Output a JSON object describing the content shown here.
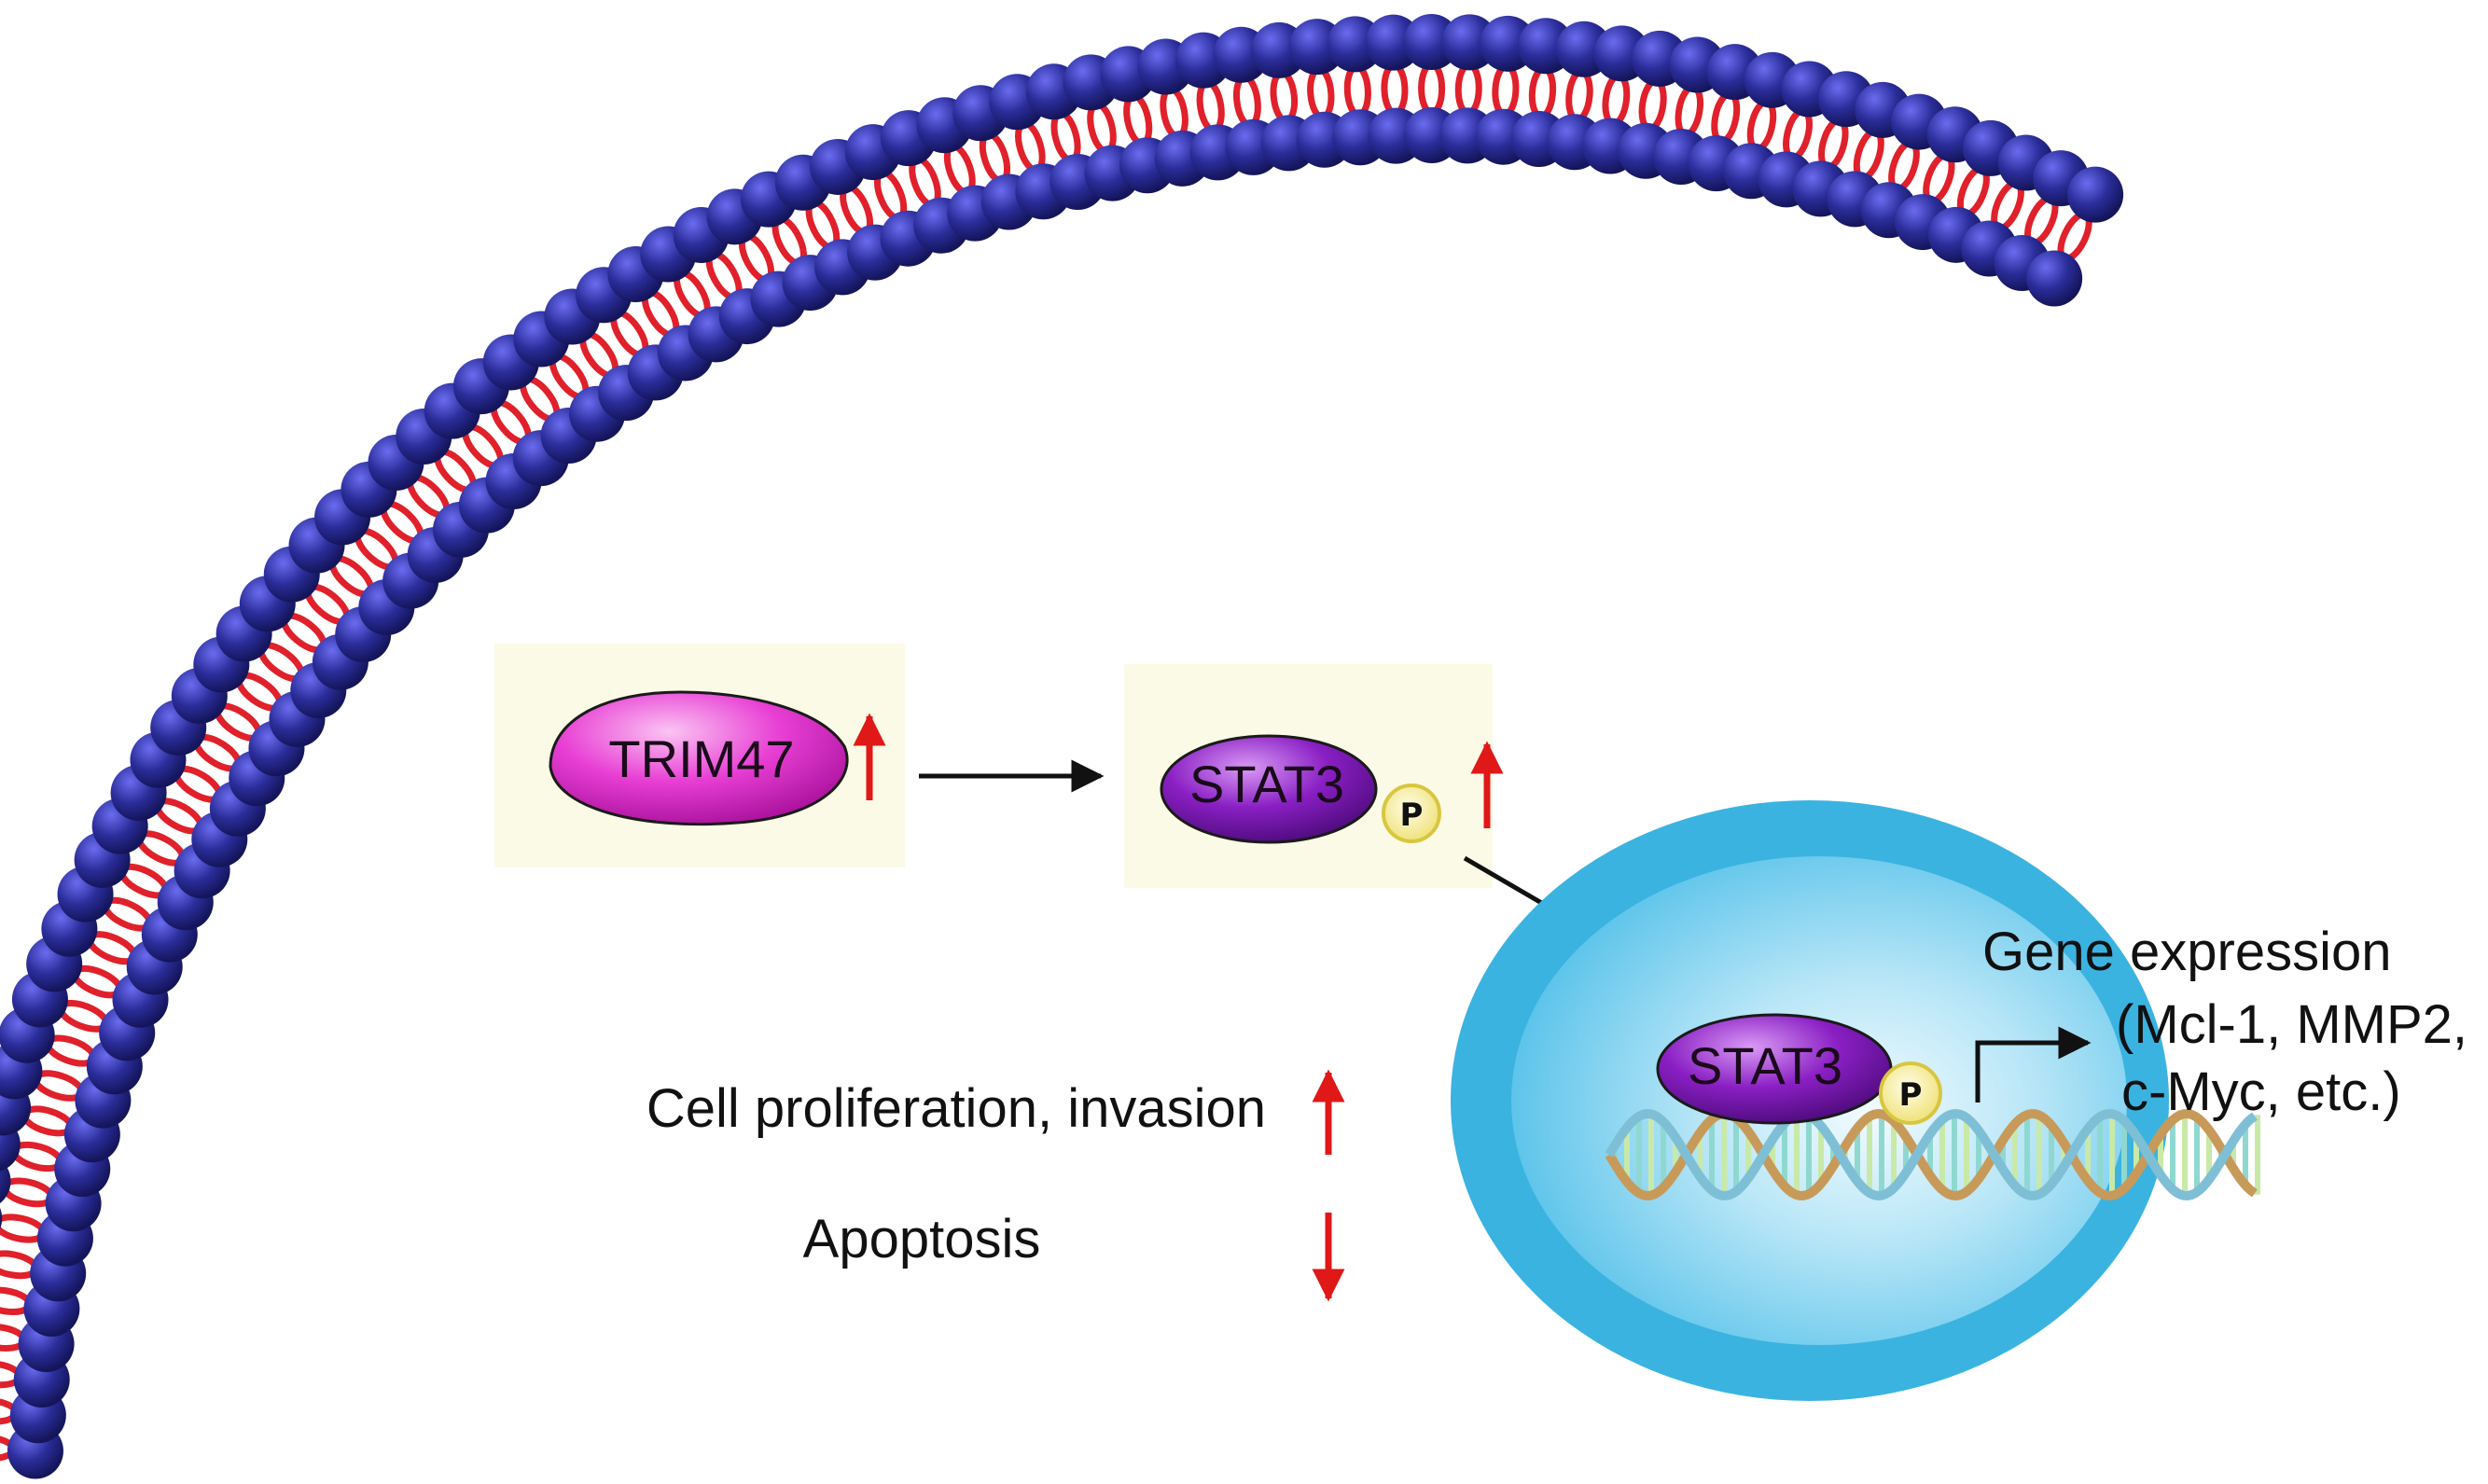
{
  "diagram": {
    "proteins": {
      "trim47": "TRIM47",
      "stat3_cytoplasm": "STAT3",
      "stat3_nucleus": "STAT3",
      "phospho": "P"
    },
    "gene_expression": {
      "title": "Gene expression",
      "line1": "(Mcl-1, MMP2,",
      "line2": "c-Myc, etc.)"
    },
    "outcomes": [
      {
        "label": "Cell proliferation, invasion",
        "direction": "up"
      },
      {
        "label": "Apoptosis",
        "direction": "down"
      }
    ],
    "colors": {
      "membrane_head": "#2b2d9a",
      "membrane_tail": "#e0202a",
      "trim47": "#e83fd4",
      "stat3": "#8a1fc4",
      "phospho": "#f8f2a0",
      "nucleus": "#3bb3e0",
      "nucleus_inner": "#b8e6f7",
      "arrow_red": "#e01818",
      "highlight_box": "#fbfae6"
    }
  }
}
